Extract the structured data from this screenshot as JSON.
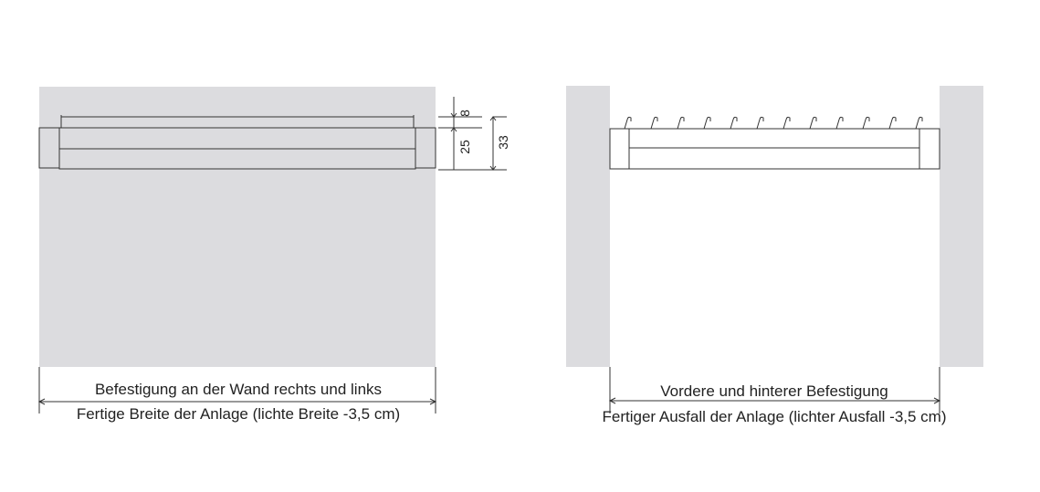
{
  "left_diagram": {
    "caption_top": "Befestigung an der Wand rechts und links",
    "caption_bottom": "Fertige Breite der Anlage (lichte Breite -3,5 cm)",
    "dimensions": {
      "top_gap": "8",
      "profile": "25",
      "total": "33"
    }
  },
  "right_diagram": {
    "caption_top": "Vordere und hinterer Befestigung",
    "caption_bottom": "Fertiger Ausfall der Anlage (lichter Ausfall -3,5 cm)"
  },
  "colors": {
    "wall": "#dcdcdf",
    "line": "#333333",
    "text": "#222222"
  }
}
